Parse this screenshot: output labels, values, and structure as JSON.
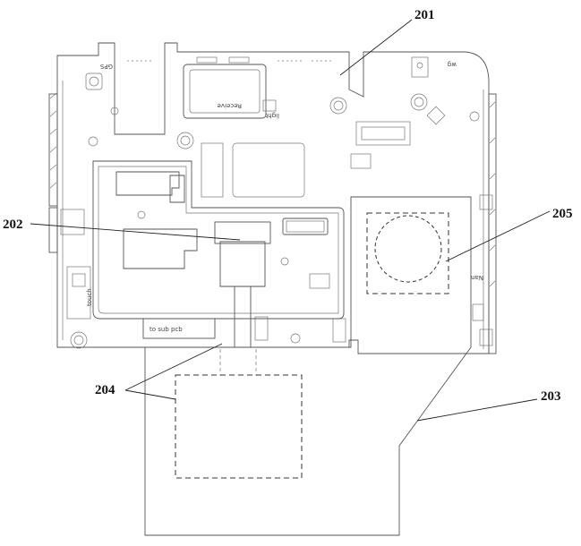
{
  "labels": {
    "ref_201": "201",
    "ref_202": "202",
    "ref_203": "203",
    "ref_204": "204",
    "ref_205": "205"
  },
  "board_text": {
    "gps": "GPS",
    "receive": "Receive",
    "light": "light",
    "touch": "touch",
    "to_sub_pcb": "to sub pcb",
    "wg": "wg",
    "nan": "Nan"
  }
}
